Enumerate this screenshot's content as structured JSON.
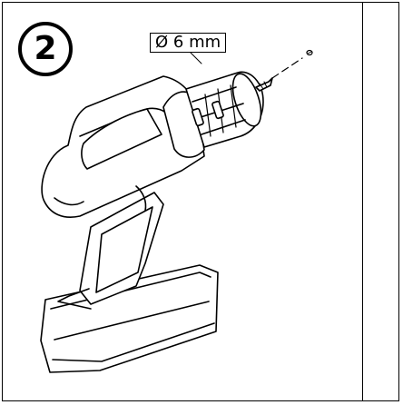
{
  "step": {
    "number": "2"
  },
  "bit": {
    "size_label": "Ø 6 mm"
  },
  "illustration": {
    "subject": "cordless-drill",
    "icons": [
      "cordless-drill-icon",
      "drill-bit-icon",
      "screw-icon"
    ]
  }
}
